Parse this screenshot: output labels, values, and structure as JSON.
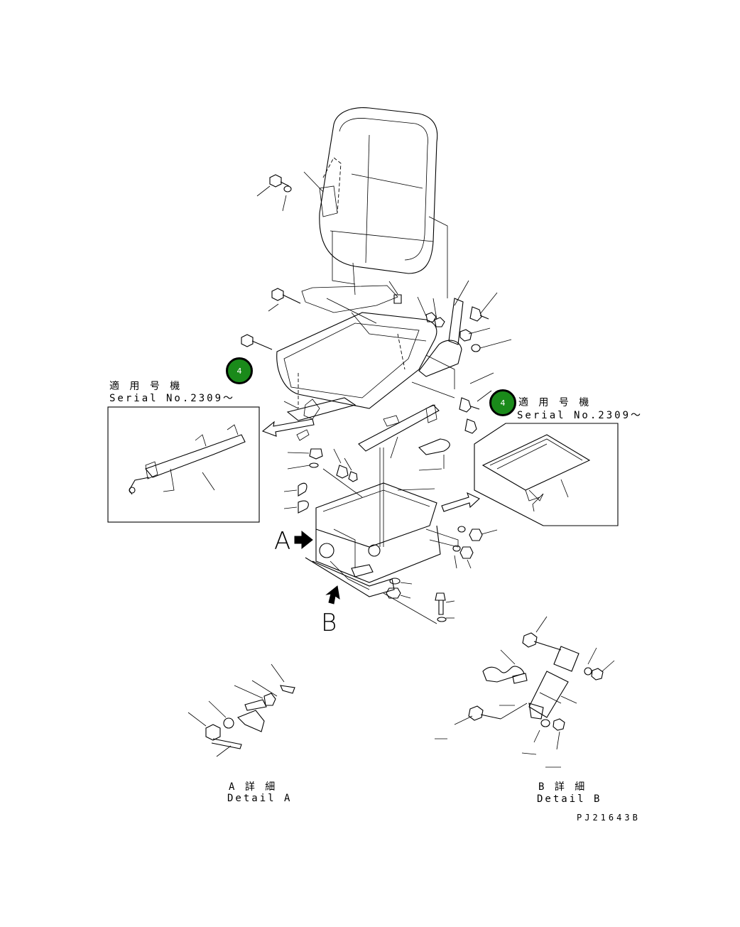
{
  "callouts": [
    {
      "label": "4"
    },
    {
      "label": "4"
    }
  ],
  "serial_left": {
    "jp": "適 用 号 機",
    "en": "Serial No.2309～"
  },
  "serial_right": {
    "jp": "適 用 号 機",
    "en": "Serial No.2309～"
  },
  "view_markers": {
    "a": "A",
    "b": "B"
  },
  "detail_a": {
    "jp": "A 詳 細",
    "en": "Detail A"
  },
  "detail_b": {
    "jp": "B 詳 細",
    "en": "Detail B"
  },
  "drawing_number": "PJ21643B"
}
